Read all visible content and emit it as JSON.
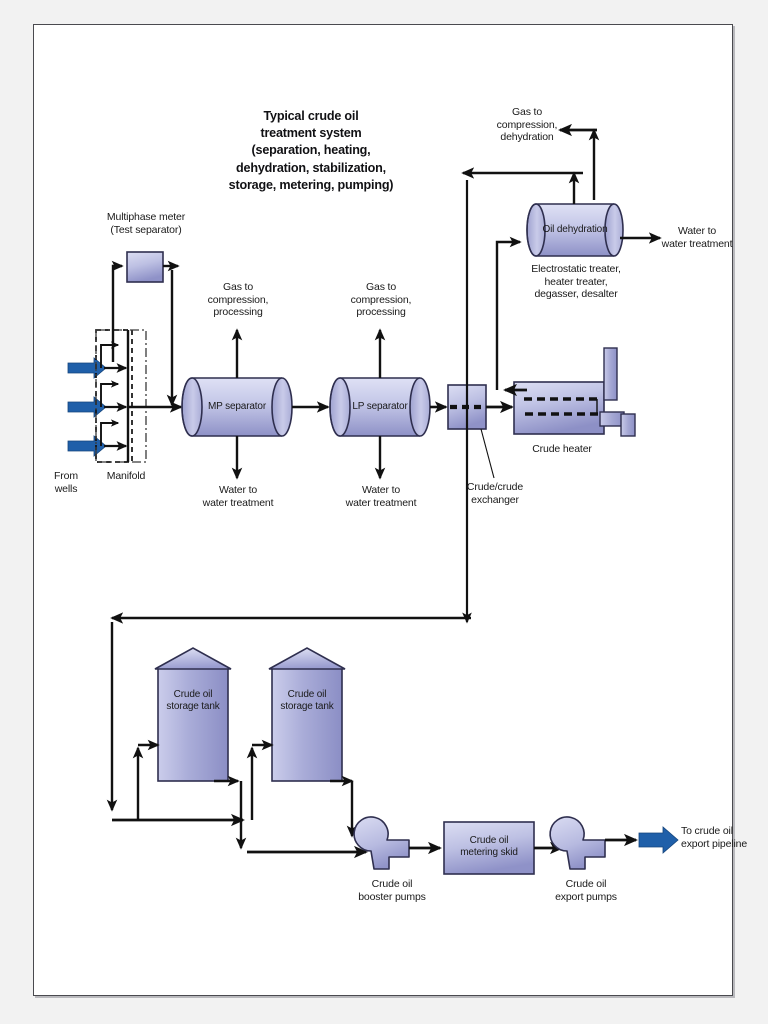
{
  "diagram": {
    "title": "Typical crude oil\ntreatment system\n(separation, heating,\ndehydration, stabilization,\nstorage, metering, pumping)",
    "type": "process-flow-diagram",
    "colors": {
      "equipment_fill_light": "#d7daf0",
      "equipment_fill_dark": "#8f92c8",
      "equipment_stroke": "#2f2f4f",
      "flow_line": "#111111",
      "inlet_arrow_blue": "#1f5fa9",
      "export_arrow_blue": "#1f5fa9",
      "frame_border": "#4a4a4f",
      "page_background": "#f2f2f2",
      "text": "#1a1a1a"
    }
  },
  "equipment": {
    "multiphase_meter": {
      "label": "Multiphase meter\n(Test separator)",
      "shape": "box"
    },
    "manifold": {
      "label": "Manifold",
      "shape": "dashed-enclosure"
    },
    "mp_separator": {
      "label": "MP separator",
      "shape": "horizontal-vessel"
    },
    "lp_separator": {
      "label": "LP separator",
      "shape": "horizontal-vessel"
    },
    "crude_crude_exchanger": {
      "label": "Crude/crude\nexchanger",
      "shape": "exchanger-box"
    },
    "crude_heater": {
      "label": "Crude heater",
      "shape": "fired-heater"
    },
    "oil_dehydration": {
      "label": "Oil dehydration",
      "sublabel": "Electrostatic treater,\nheater treater,\ndegasser, desalter",
      "shape": "horizontal-vessel"
    },
    "storage_tank_1": {
      "label": "Crude oil\nstorage tank",
      "shape": "cone-roof-tank"
    },
    "storage_tank_2": {
      "label": "Crude oil\nstorage tank",
      "shape": "cone-roof-tank"
    },
    "booster_pumps": {
      "label": "Crude oil\nbooster pumps",
      "shape": "centrifugal-pump"
    },
    "metering_skid": {
      "label": "Crude oil\nmetering skid",
      "shape": "box"
    },
    "export_pumps": {
      "label": "Crude oil\nexport pumps",
      "shape": "centrifugal-pump"
    }
  },
  "streams": {
    "from_wells": "From\nwells",
    "mp_gas": "Gas to\ncompression,\nprocessing",
    "mp_water": "Water to\nwater treatment",
    "lp_gas": "Gas to\ncompression,\nprocessing",
    "lp_water": "Water to\nwater treatment",
    "dehydration_gas": "Gas to\ncompression,\ndehydration",
    "dehydration_water": "Water to\nwater treatment",
    "export": "To crude oil\nexport pipeline"
  }
}
